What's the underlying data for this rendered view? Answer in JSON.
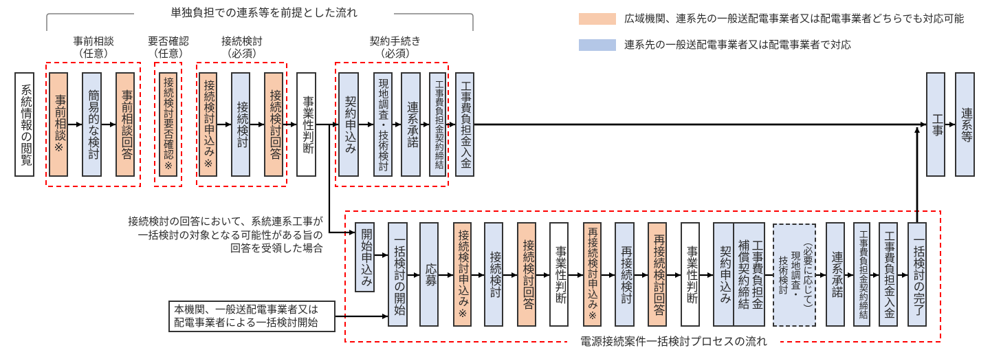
{
  "colors": {
    "shared": "#F8CBAD",
    "grid_operator": "#DAE3F3",
    "applicant": "#FFFFFF",
    "group_border": "#FF0000"
  },
  "legend": [
    {
      "category": "shared",
      "swatch": "#F8CBAD",
      "label": "広域機関、連系先の一般送配電事業者又は配電事業者どちらでも対応可能"
    },
    {
      "category": "grid_operator",
      "swatch": "#B4C7E7",
      "label": "連系先の一般送配電事業者又は配電事業者で対応"
    }
  ],
  "single_flow": {
    "title": "単独負担での連系等を前提とした流れ",
    "groups": [
      {
        "name": "事前相談",
        "requirement": "（任意）"
      },
      {
        "name": "要否確認",
        "requirement": "（任意）"
      },
      {
        "name": "接続検討",
        "requirement": "（必須）"
      },
      {
        "name": "契約手続き",
        "requirement": "（必須）"
      }
    ],
    "steps": [
      {
        "text": "系統情報の閲覧",
        "category": "applicant"
      },
      {
        "text": "事前相談※",
        "category": "shared"
      },
      {
        "text": "簡易的な検討",
        "category": "grid_operator"
      },
      {
        "text": "事前相談回答",
        "category": "shared"
      },
      {
        "text": "接続検討要否確認※",
        "category": "shared"
      },
      {
        "text": "接続検討申込み※",
        "category": "shared"
      },
      {
        "text": "接続検討",
        "category": "grid_operator"
      },
      {
        "text": "接続検討回答",
        "category": "shared"
      },
      {
        "text": "事業性判断",
        "category": "applicant"
      },
      {
        "text": "契約申込み",
        "category": "grid_operator"
      },
      {
        "text": "現地調査・技術検討",
        "category": "grid_operator"
      },
      {
        "text": "連系承諾",
        "category": "grid_operator"
      },
      {
        "text": "工事費負担金契約締結",
        "category": "grid_operator"
      },
      {
        "text": "工事費負担金入金",
        "category": "grid_operator"
      }
    ]
  },
  "final_steps": [
    {
      "text": "工事",
      "category": "grid_operator"
    },
    {
      "text": "連系等",
      "category": "grid_operator"
    }
  ],
  "bulk_flow": {
    "title": "電源接続案件一括検討プロセスの流れ",
    "trigger_note": [
      "接続検討の回答において、系統連系工事が",
      "一括検討の対象となる可能性がある旨の",
      "回答を受領した場合"
    ],
    "trigger_box": [
      "本機関、一般送配電事業者又は",
      "配電事業者による一括検討開始"
    ],
    "steps": [
      {
        "text": "開始申込み",
        "category": "grid_operator"
      },
      {
        "text": "一括検討の開始",
        "category": "grid_operator"
      },
      {
        "text": "応募",
        "category": "grid_operator"
      },
      {
        "text": "接続検討申込み※",
        "category": "shared"
      },
      {
        "text": "接続検討",
        "category": "grid_operator"
      },
      {
        "text": "接続検討回答",
        "category": "shared"
      },
      {
        "text": "事業性判断",
        "category": "applicant"
      },
      {
        "text": "再接続検討申込み※",
        "category": "shared"
      },
      {
        "text": "再接続検討",
        "category": "grid_operator"
      },
      {
        "text": "再接続検討回答",
        "category": "shared"
      },
      {
        "text": "事業性判断",
        "category": "applicant"
      },
      {
        "text": "契約申込み",
        "category": "grid_operator"
      },
      {
        "lines": [
          "工事費負担金",
          "補償契約締結"
        ],
        "category": "grid_operator"
      },
      {
        "lines": [
          "（必要に応じて）",
          "現地調査・",
          "技術検討"
        ],
        "category": "grid_operator",
        "optional": true
      },
      {
        "text": "連系承諾",
        "category": "grid_operator"
      },
      {
        "text": "工事費負担金契約締結",
        "category": "grid_operator"
      },
      {
        "text": "工事費負担金入金",
        "category": "grid_operator"
      },
      {
        "text": "一括検討の完了",
        "category": "grid_operator"
      }
    ]
  }
}
